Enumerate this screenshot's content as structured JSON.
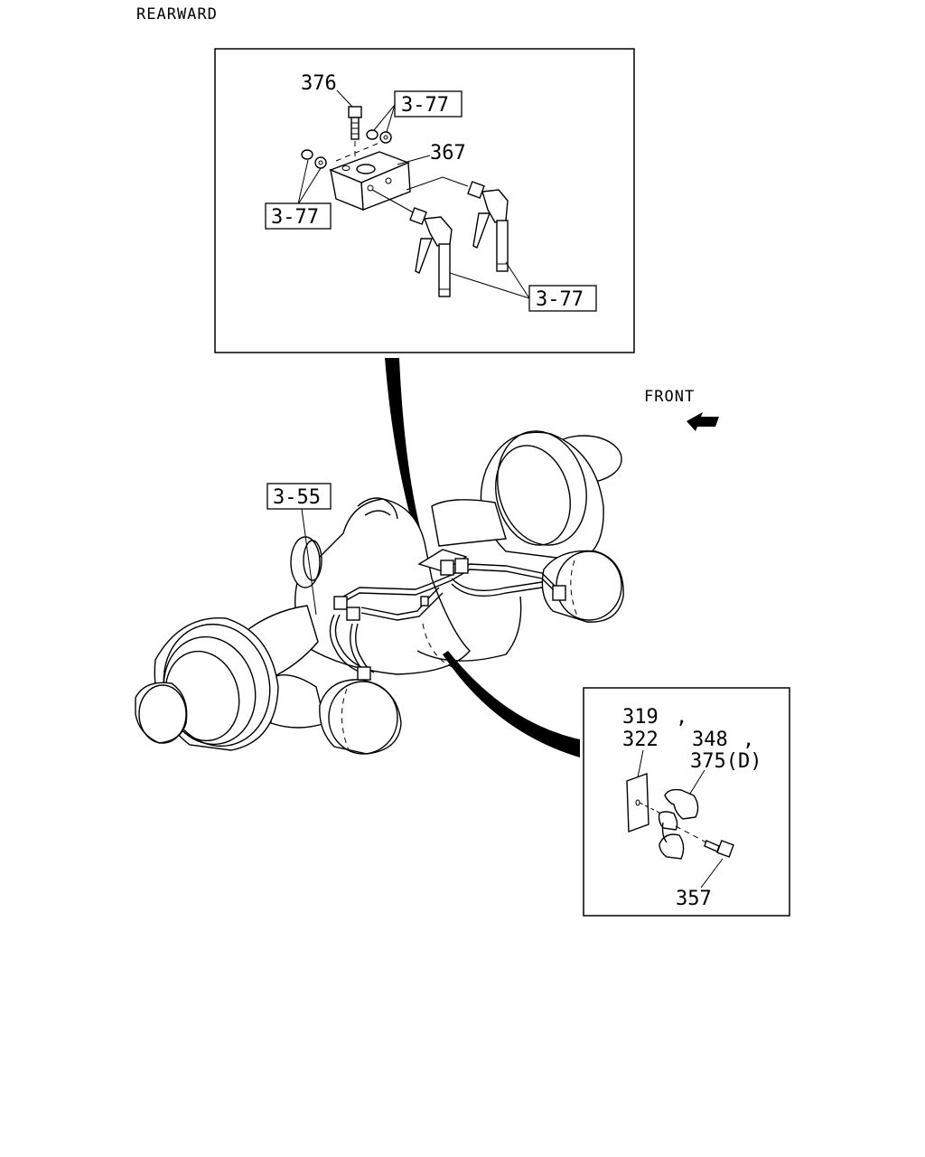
{
  "direction_labels": {
    "rearward": "REARWARD",
    "front": "FRONT"
  },
  "part_numbers": {
    "p376": "376",
    "p367": "367",
    "p319": "319",
    "p322": "322",
    "p348": "348",
    "p375d": "375(D)",
    "p357": "357",
    "comma": ","
  },
  "references": {
    "ref_377": "3-77",
    "ref_355": "3-55"
  }
}
